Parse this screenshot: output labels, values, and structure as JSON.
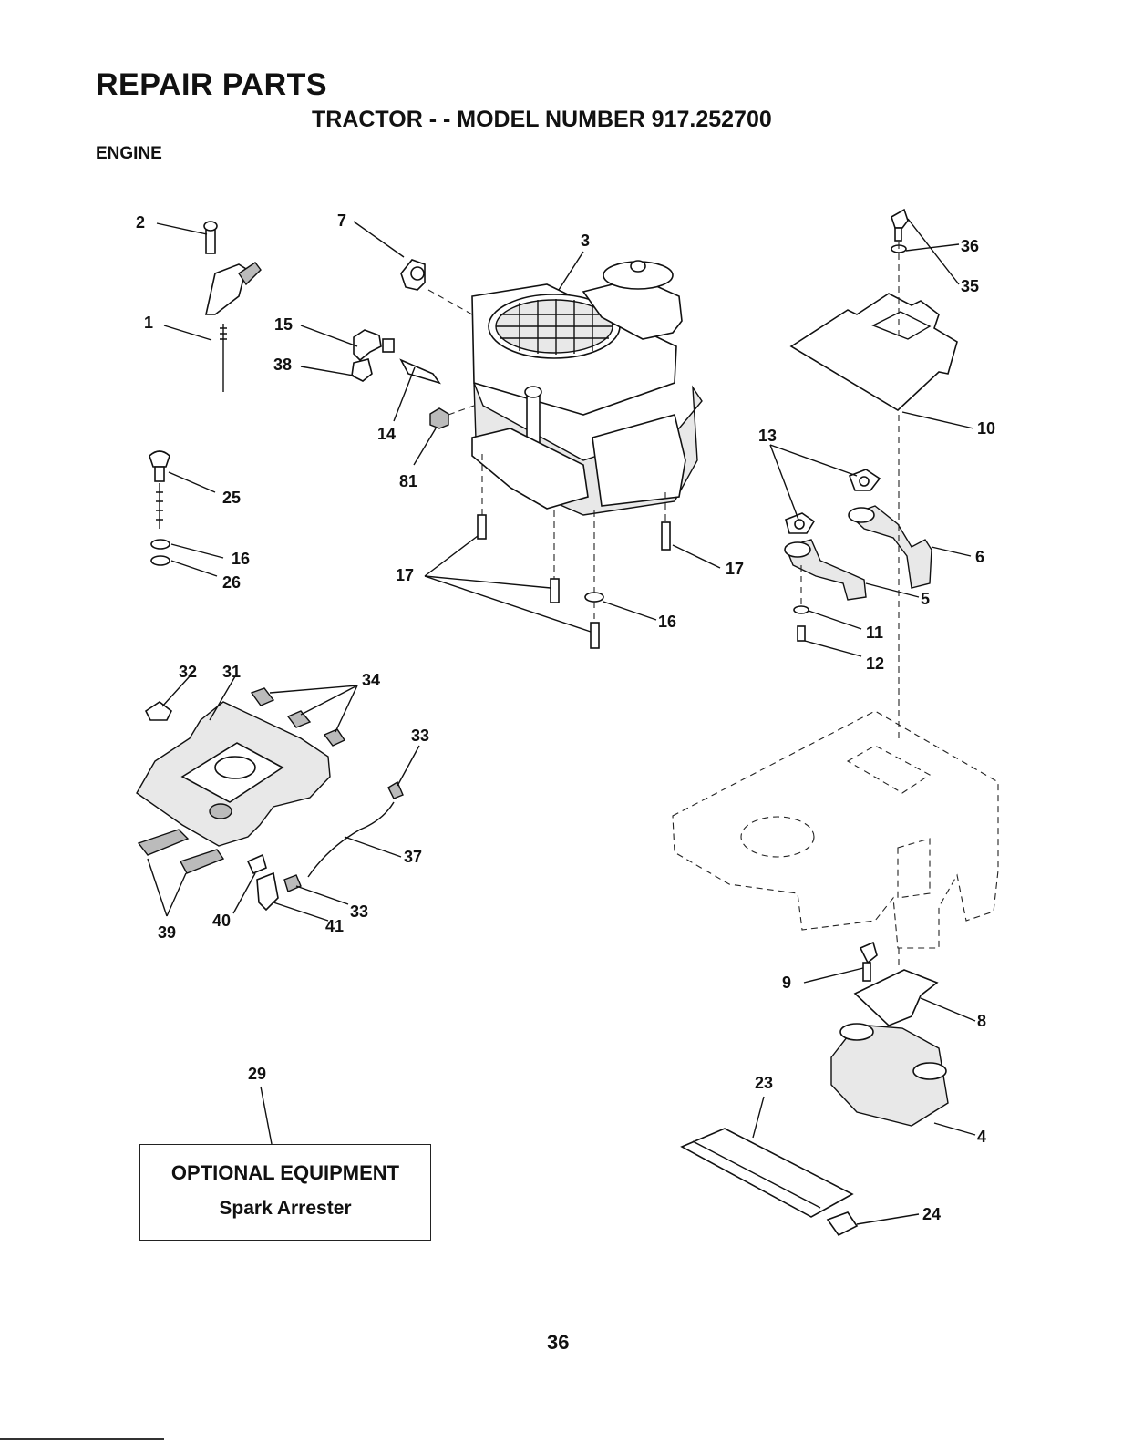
{
  "header": {
    "title": "REPAIR PARTS",
    "subtitle": "TRACTOR - - MODEL NUMBER 917.252700",
    "section": "ENGINE"
  },
  "optional_equipment": {
    "heading": "OPTIONAL EQUIPMENT",
    "item": "Spark Arrester"
  },
  "page_number": "36",
  "callouts": [
    "2",
    "1",
    "7",
    "3",
    "15",
    "38",
    "14",
    "81",
    "35",
    "36",
    "10",
    "13",
    "25",
    "16",
    "26",
    "17",
    "17",
    "6",
    "5",
    "16",
    "11",
    "12",
    "32",
    "31",
    "34",
    "33",
    "37",
    "33",
    "41",
    "40",
    "39",
    "9",
    "8",
    "29",
    "23",
    "4",
    "24"
  ]
}
